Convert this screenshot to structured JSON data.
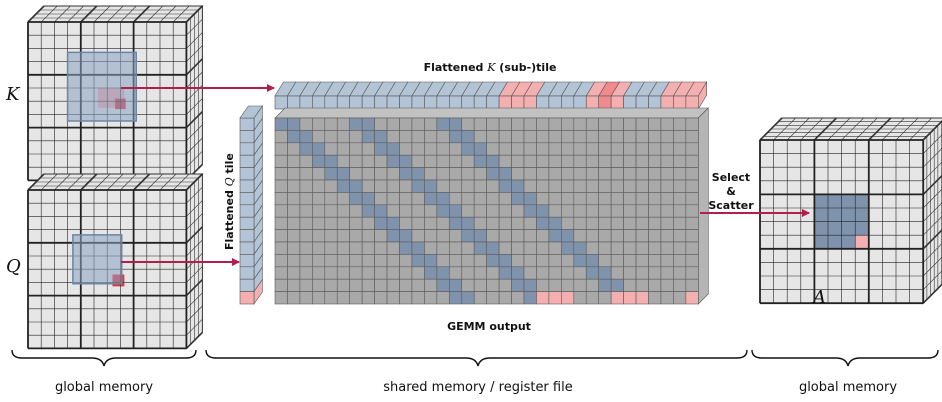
{
  "labels": {
    "k_symbol": "K",
    "q_symbol": "Q",
    "a_symbol": "A",
    "flat_k_title_pre": "Flattened ",
    "flat_k_title_sym": "K",
    "flat_k_title_post": " (sub-)tile",
    "flat_q_title_pre": "Flattened ",
    "flat_q_title_sym": "Q",
    "flat_q_title_post": " tile",
    "gemm_output": "GEMM output",
    "select": "Select",
    "amp": "&",
    "scatter": "Scatter"
  },
  "captions": {
    "left": "global memory",
    "middle": "shared memory / register file",
    "right": "global memory"
  },
  "colors": {
    "cell_light": "#e6e6e6",
    "cell_gray": "#a9a9a9",
    "cell_blue": "#7f93ad",
    "cell_blue_light": "#b3c4d6",
    "cell_pink": "#f4b0b0",
    "cell_red": "#e8343a",
    "tile_overlay": "#8aa2c2",
    "arrow": "#b0204a"
  }
}
